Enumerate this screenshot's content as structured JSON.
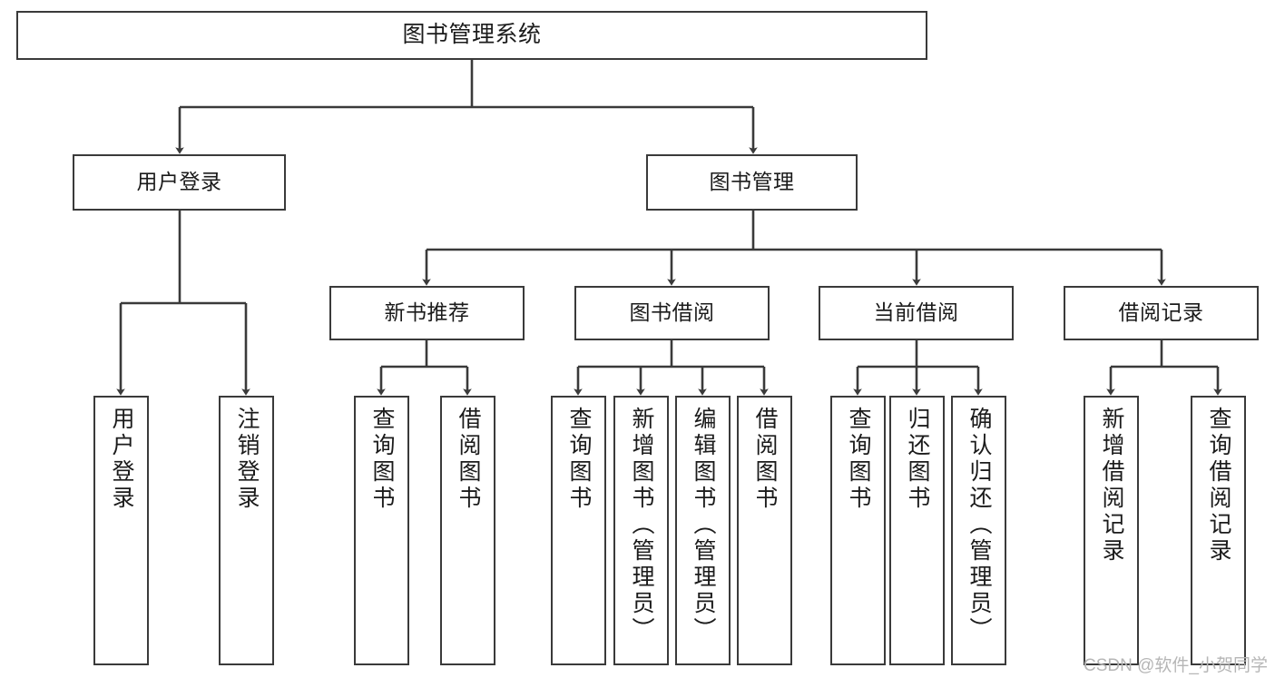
{
  "diagram": {
    "type": "tree",
    "title": "图书管理系统",
    "watermark": "CSDN @软件_小贺同学",
    "colors": {
      "box_border": "#3a3a3a",
      "box_fill": "#ffffff",
      "line": "#3a3a3a",
      "text": "#1b1b1b",
      "watermark": "#b6b6b6"
    },
    "root": {
      "label": "图书管理系统"
    },
    "level2": [
      {
        "label": "用户登录"
      },
      {
        "label": "图书管理"
      }
    ],
    "level3": [
      {
        "label": "新书推荐"
      },
      {
        "label": "图书借阅"
      },
      {
        "label": "当前借阅"
      },
      {
        "label": "借阅记录"
      }
    ],
    "leaves": {
      "user_login": [
        {
          "label": "用户登录"
        },
        {
          "label": "注销登录"
        }
      ],
      "new_book": [
        {
          "label": "查询图书"
        },
        {
          "label": "借阅图书"
        }
      ],
      "book_borrow": [
        {
          "label": "查询图书"
        },
        {
          "label": "新增图书（管理员）"
        },
        {
          "label": "编辑图书（管理员）"
        },
        {
          "label": "借阅图书"
        }
      ],
      "current_borrow": [
        {
          "label": "查询图书"
        },
        {
          "label": "归还图书"
        },
        {
          "label": "确认归还（管理员）"
        }
      ],
      "borrow_record": [
        {
          "label": "新增借阅记录"
        },
        {
          "label": "查询借阅记录"
        }
      ]
    }
  }
}
